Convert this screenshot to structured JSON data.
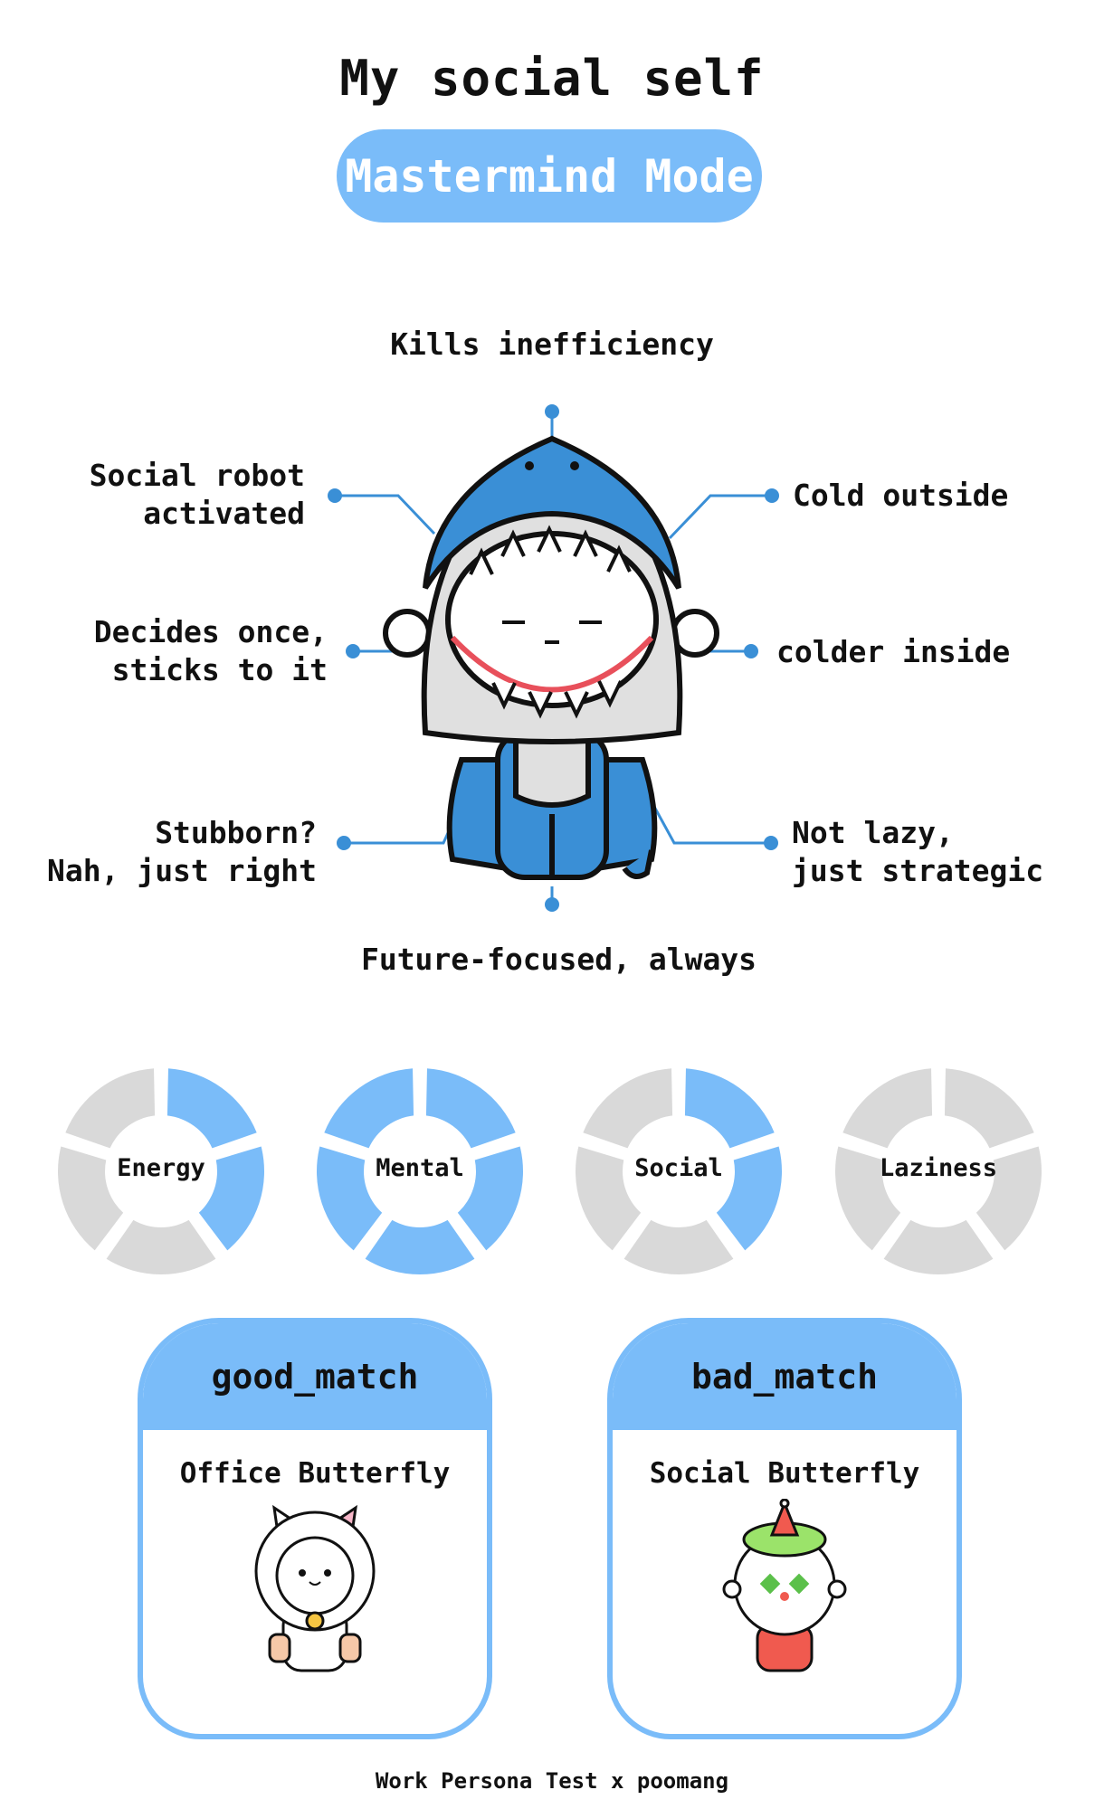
{
  "header": {
    "title": "My social self",
    "mode_badge": "Mastermind Mode"
  },
  "traits": {
    "top": "Kills inefficiency",
    "left_1": [
      "Social robot",
      "activated"
    ],
    "left_2": [
      "Decides once,",
      "sticks to it"
    ],
    "left_3": [
      "Stubborn?",
      "Nah, just right"
    ],
    "right_1": "Cold outside",
    "right_2": "colder inside",
    "right_3": [
      "Not lazy,",
      "just strategic"
    ],
    "bottom": "Future-focused, always"
  },
  "colors": {
    "accent": "#7abcf9",
    "empty": "#d9d9d9",
    "line": "#3a8fd6",
    "shark": "#3a8fd6"
  },
  "chart_data": {
    "type": "donut",
    "segments_total": 5,
    "items": [
      {
        "label": "Energy",
        "filled": 2
      },
      {
        "label": "Mental",
        "filled": 5
      },
      {
        "label": "Social",
        "filled": 2
      },
      {
        "label": "Laziness",
        "filled": 0
      }
    ]
  },
  "matches": {
    "good": {
      "header": "good_match",
      "name": "Office Butterfly"
    },
    "bad": {
      "header": "bad_match",
      "name": "Social Butterfly"
    }
  },
  "footer": "Work Persona Test x poomang"
}
